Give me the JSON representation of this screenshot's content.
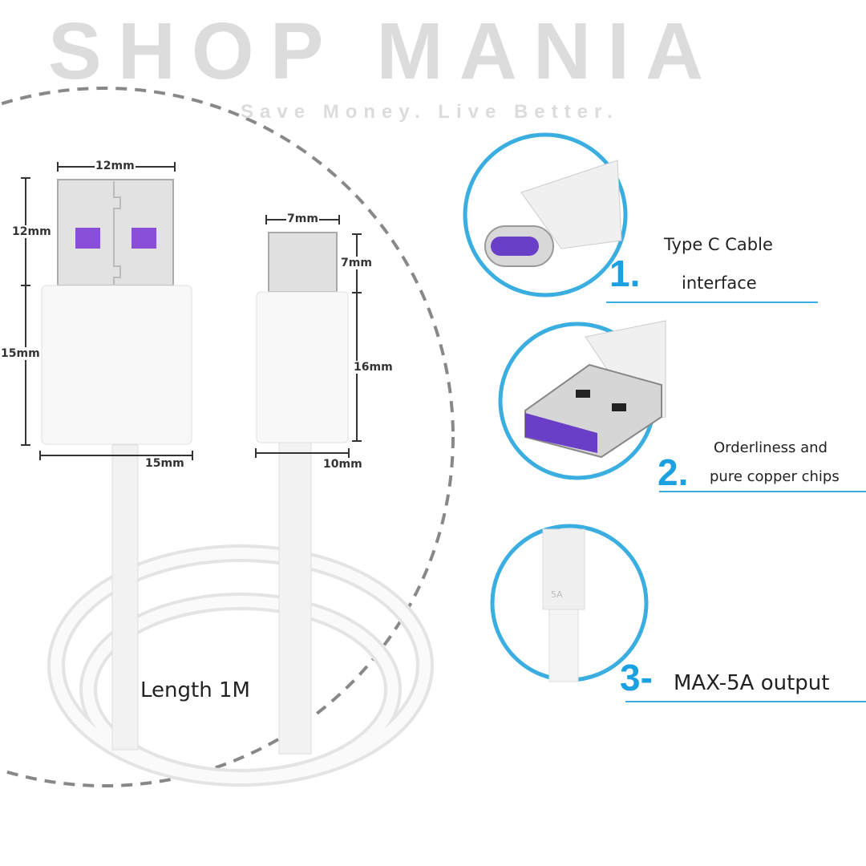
{
  "dimensions": {
    "usb_width_top": "12mm",
    "usb_metal_height": "12mm",
    "usb_body_height": "15mm",
    "usb_body_width": "15mm",
    "typec_width_top": "7mm",
    "typec_metal_height": "7mm",
    "typec_body_height": "16mm",
    "typec_body_width": "10mm"
  },
  "length_label": "Length  1M",
  "cable_mark": "5A",
  "features": [
    {
      "number": "1.",
      "line1": "Type C Cable",
      "line2": "interface"
    },
    {
      "number": "2.",
      "line1": "Orderliness and",
      "line2": "pure copper chips"
    },
    {
      "number": "3-",
      "line1": "MAX-5A output"
    }
  ],
  "watermark": {
    "brand": "SHOP MANIA",
    "tagline": "Save Money. Live Better."
  },
  "colors": {
    "accent": "#3aaee0",
    "number": "#1ba1e2",
    "pin": "#8a4fd8"
  }
}
